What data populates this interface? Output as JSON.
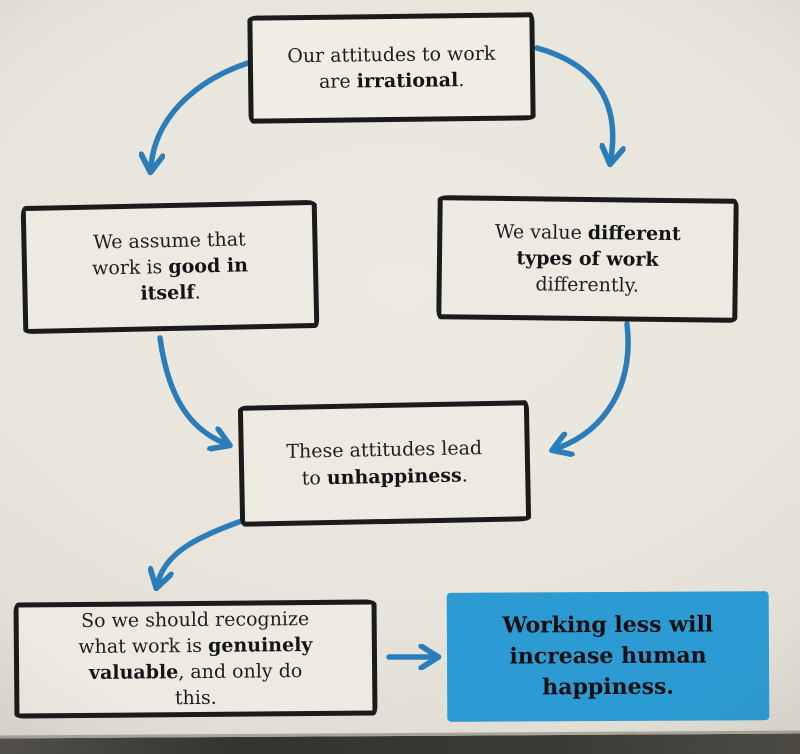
{
  "title": "Attitudes to work flowchart",
  "colors": {
    "paper": "#e8e5dc",
    "ink_black": "#1b1b1b",
    "arrow_blue": "#2a7db8",
    "result_box_blue": "#2d9bd3",
    "result_text": "#101010"
  },
  "nodes": {
    "top": {
      "pre": "Our attitudes to work are ",
      "bold": "irrational",
      "post": "."
    },
    "left": {
      "pre": "We assume that work is ",
      "bold": "good in itself",
      "post": "."
    },
    "right": {
      "pre": "We value ",
      "bold": "different types of work",
      "post": " differently."
    },
    "middle": {
      "pre": "These attitudes lead to ",
      "bold": "unhappiness",
      "post": "."
    },
    "conclusion": {
      "pre": "So we should recognize what work is ",
      "bold": "genuinely valuable",
      "post": ", and only do this."
    },
    "result": {
      "text": "Working less will increase human happiness."
    }
  },
  "edges": [
    {
      "from": "top",
      "to": "left"
    },
    {
      "from": "top",
      "to": "right"
    },
    {
      "from": "left",
      "to": "middle"
    },
    {
      "from": "right",
      "to": "middle"
    },
    {
      "from": "middle",
      "to": "conclusion"
    },
    {
      "from": "conclusion",
      "to": "result"
    }
  ]
}
